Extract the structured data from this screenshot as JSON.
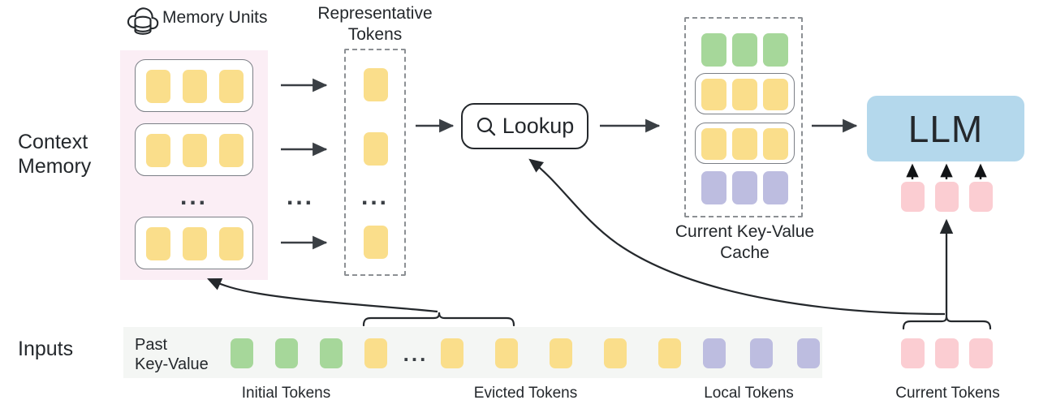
{
  "diagram": {
    "title": "Context Memory LLM KV-cache architecture",
    "row_labels": {
      "context_memory": "Context\nMemory",
      "inputs": "Inputs"
    },
    "memory_units": {
      "label": "Memory Units",
      "icon": "cloud-database-icon",
      "units": [
        {
          "tokens": [
            "yellow",
            "yellow",
            "yellow"
          ]
        },
        {
          "tokens": [
            "yellow",
            "yellow",
            "yellow"
          ]
        },
        {
          "tokens": [
            "yellow",
            "yellow",
            "yellow"
          ]
        }
      ],
      "ellipsis": "..."
    },
    "representative_tokens": {
      "label": "Representative\nTokens",
      "tokens": [
        "yellow",
        "yellow",
        "yellow"
      ],
      "ellipsis": "..."
    },
    "between_ellipsis": "...",
    "lookup": {
      "label": "Lookup",
      "icon": "magnifier-icon"
    },
    "kv_cache": {
      "label": "Current Key-Value\nCache",
      "rows": [
        {
          "color": "green",
          "boxed": false,
          "count": 3
        },
        {
          "color": "yellow",
          "boxed": true,
          "count": 3
        },
        {
          "color": "yellow",
          "boxed": true,
          "count": 3
        },
        {
          "color": "purple",
          "boxed": false,
          "count": 3
        }
      ]
    },
    "llm": {
      "label": "LLM",
      "input_tokens": [
        "pink",
        "pink",
        "pink"
      ],
      "arrow_count": 3
    },
    "inputs": {
      "past_key_value_label": "Past\nKey-Value",
      "ellipsis": "...",
      "sequence": [
        "green",
        "green",
        "green",
        "yellow",
        "ellipsis",
        "yellow",
        "yellow",
        "yellow",
        "yellow",
        "yellow",
        "purple",
        "purple",
        "purple"
      ],
      "group_labels": {
        "initial": "Initial Tokens",
        "evicted": "Evicted Tokens",
        "local": "Local Tokens",
        "current": "Current Tokens"
      },
      "current_tokens": [
        "pink",
        "pink",
        "pink"
      ]
    },
    "colors": {
      "yellow": "#fade8b",
      "green": "#a6d79a",
      "purple": "#bdbde0",
      "pink": "#fbcdd2",
      "llm_blue": "#b4d8ec",
      "memory_bg": "#fbeef5",
      "input_bg": "#f4f6f4",
      "stroke": "#24282c",
      "dashed": "#8c9094"
    }
  }
}
